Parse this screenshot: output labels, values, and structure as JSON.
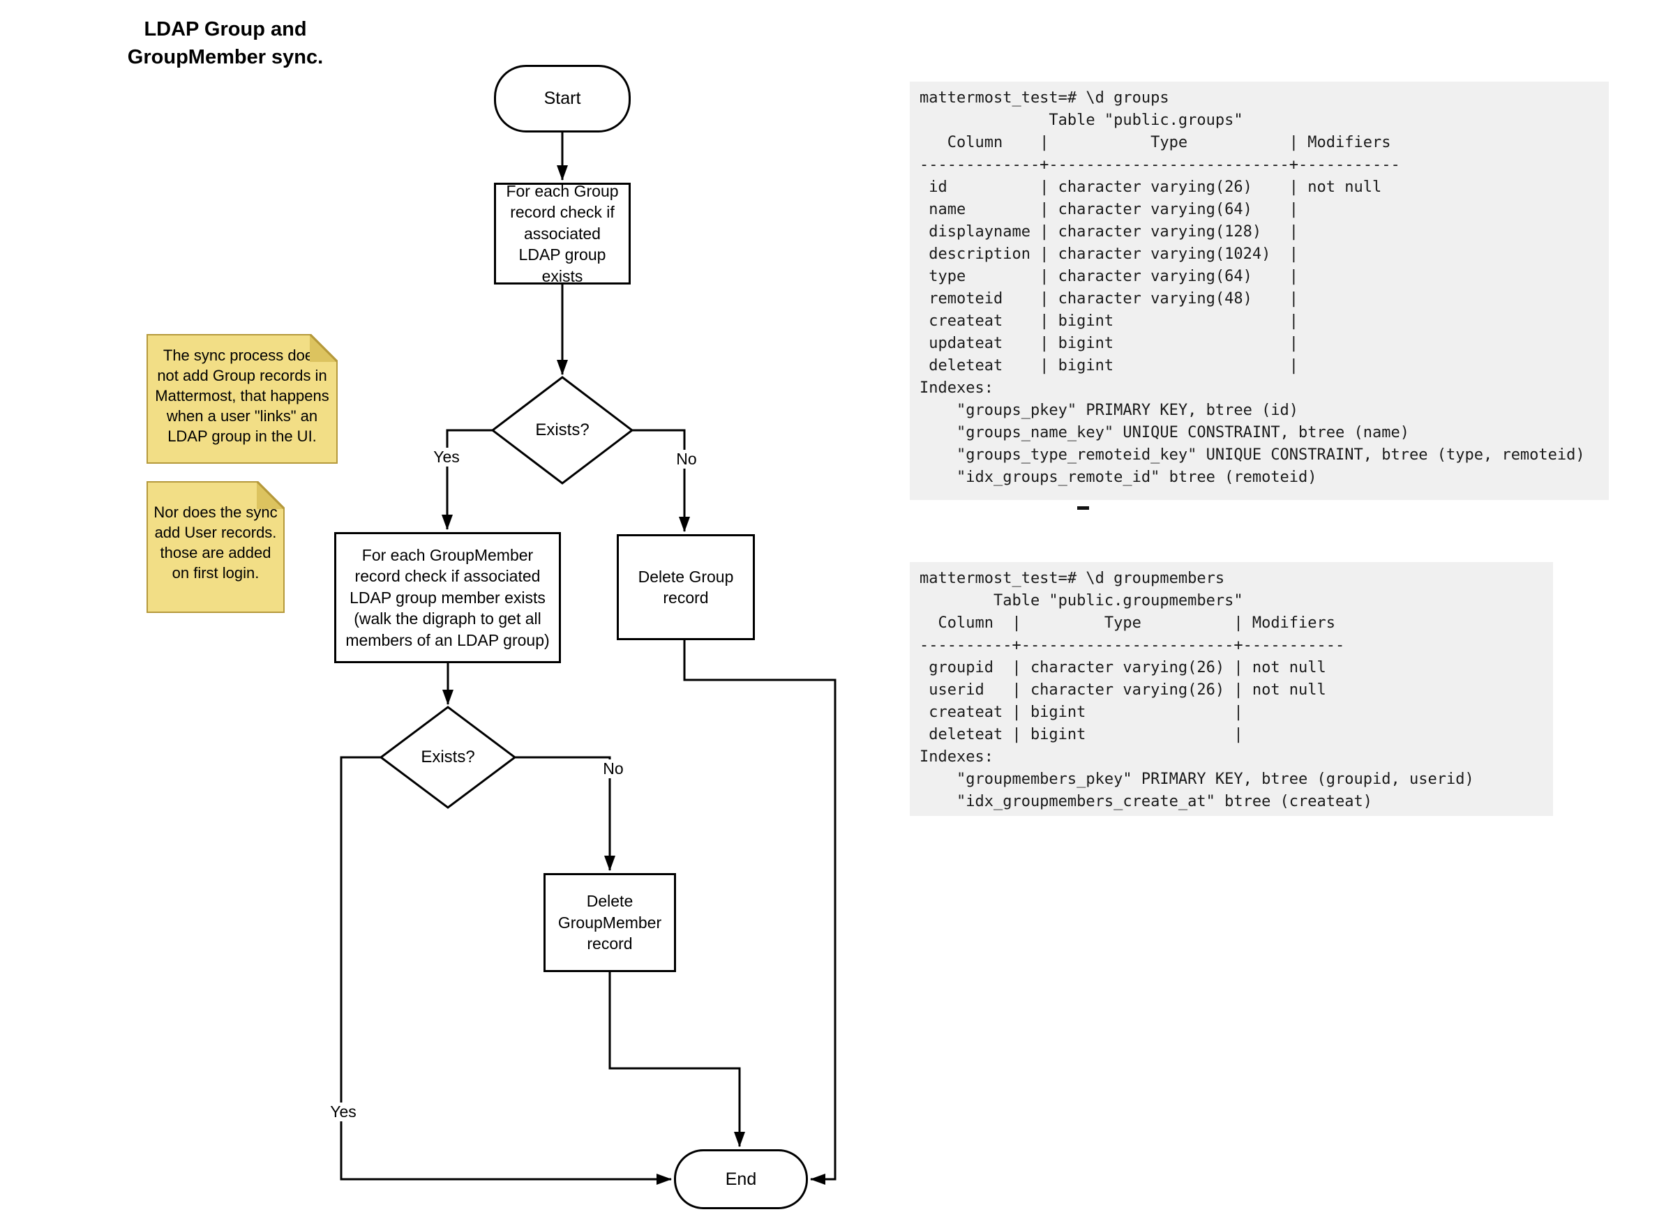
{
  "page": {
    "title_lines": [
      "LDAP Group and",
      "GroupMember sync."
    ]
  },
  "flowchart": {
    "start_label": "Start",
    "check_group_label": "For each Group record check if associated LDAP group exists",
    "decision1_label": "Exists?",
    "decision1_yes": "Yes",
    "decision1_no": "No",
    "check_member_label": "For each GroupMember record check if associated LDAP group member exists (walk the digraph to get all members of an LDAP group)",
    "delete_group_label": "Delete Group record",
    "decision2_label": "Exists?",
    "decision2_yes": "Yes",
    "decision2_no": "No",
    "delete_member_label": "Delete GroupMember record",
    "end_label": "End"
  },
  "notes": [
    {
      "name": "note-sync-groups",
      "text": "The sync process does not add Group records in Mattermost, that happens when a user \"links\" an LDAP group in the UI."
    },
    {
      "name": "note-sync-users",
      "text": "Nor does the sync add User records. those are added on first login."
    }
  ],
  "terminals": [
    {
      "name": "groups-table-output",
      "lines": [
        "mattermost_test=# \\d groups",
        "              Table \"public.groups\"",
        "   Column    |           Type           | Modifiers",
        "-------------+--------------------------+-----------",
        " id          | character varying(26)    | not null",
        " name        | character varying(64)    |",
        " displayname | character varying(128)   |",
        " description | character varying(1024)  |",
        " type        | character varying(64)    |",
        " remoteid    | character varying(48)    |",
        " createat    | bigint                   |",
        " updateat    | bigint                   |",
        " deleteat    | bigint                   |",
        "Indexes:",
        "    \"groups_pkey\" PRIMARY KEY, btree (id)",
        "    \"groups_name_key\" UNIQUE CONSTRAINT, btree (name)",
        "    \"groups_type_remoteid_key\" UNIQUE CONSTRAINT, btree (type, remoteid)",
        "    \"idx_groups_remote_id\" btree (remoteid)"
      ]
    },
    {
      "name": "groupmembers-table-output",
      "lines": [
        "mattermost_test=# \\d groupmembers",
        "        Table \"public.groupmembers\"",
        "  Column  |         Type          | Modifiers",
        "----------+-----------------------+-----------",
        " groupid  | character varying(26) | not null",
        " userid   | character varying(26) | not null",
        " createat | bigint                |",
        " deleteat | bigint                |",
        "Indexes:",
        "    \"groupmembers_pkey\" PRIMARY KEY, btree (groupid, userid)",
        "    \"idx_groupmembers_create_at\" btree (createat)"
      ]
    }
  ],
  "colors": {
    "line": "#000000",
    "node_fill": "#ffffff",
    "note_fill": "#F2DE86",
    "note_fold": "#DCC35F",
    "note_border": "#B5993B",
    "terminal_bg": "#F0F0F0",
    "terminal_text": "#1a1a1a"
  }
}
